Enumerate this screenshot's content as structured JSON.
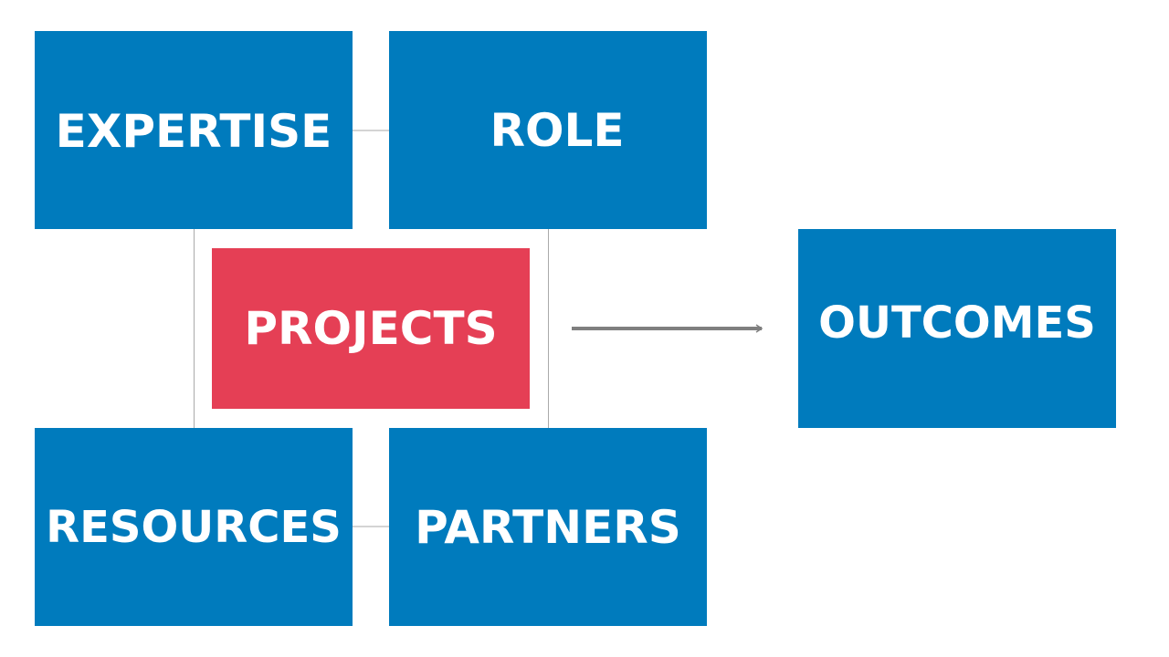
{
  "colors": {
    "blue": "#007bbd",
    "red": "#e53f55",
    "connector": "#aaaaaa",
    "arrow": "#7f7f7f",
    "text": "#ffffff"
  },
  "boxes": {
    "expertise": {
      "label": "EXPERTISE"
    },
    "role": {
      "label": "ROLE"
    },
    "projects": {
      "label": "PROJECTS"
    },
    "resources": {
      "label": "RESOURCES"
    },
    "partners": {
      "label": "PARTNERS"
    },
    "outcomes": {
      "label": "OUTCOMES"
    }
  },
  "connections": [
    {
      "from": "expertise",
      "to": "role"
    },
    {
      "from": "resources",
      "to": "partners"
    },
    {
      "from": "expertise",
      "to": "resources"
    },
    {
      "from": "role",
      "to": "partners"
    },
    {
      "from": "projects",
      "to": "outcomes",
      "arrow": true
    }
  ]
}
